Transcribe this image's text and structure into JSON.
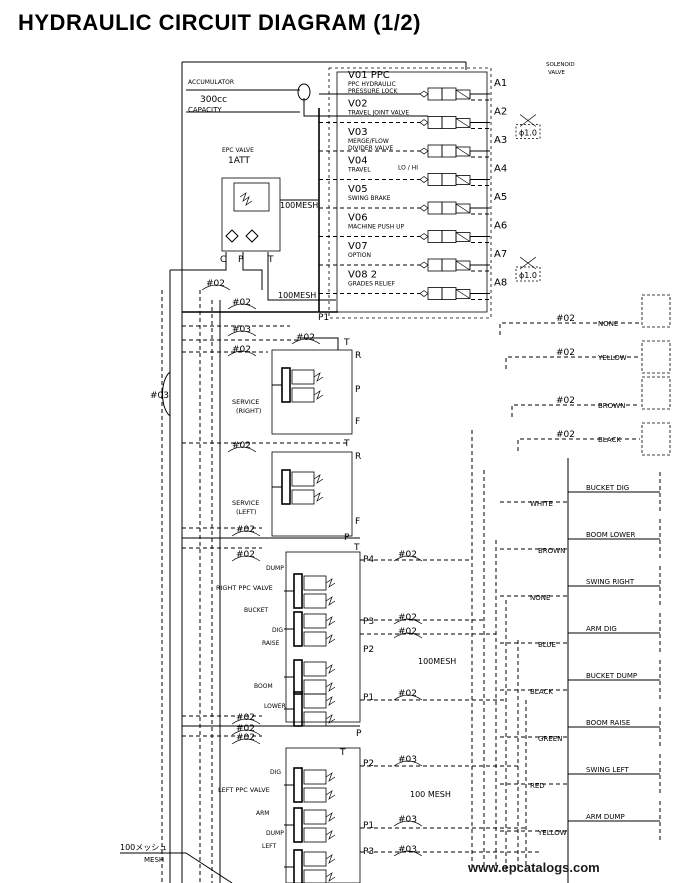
{
  "title": "HYDRAULIC CIRCUIT DIAGRAM (1/2)",
  "watermark": "www.epcatalogs.com",
  "accumulator": {
    "label": "ACCUMULATOR",
    "volume": "300cc",
    "capacity": "CAPACITY"
  },
  "solenoid_valve": {
    "line1": "SOLENOID",
    "line2": "VALVE"
  },
  "epc_valve": {
    "label": "EPC VALVE",
    "id": "1ATT",
    "ports": [
      "C",
      "P",
      "T"
    ]
  },
  "mesh_label": "100MESH",
  "mesh_label_spaced": "100 MESH",
  "mesh_katakana": "100メッシュ",
  "mesh_word": "MESH",
  "valves": [
    {
      "id": "V01 PPC",
      "line1": "PPC HYDRAULIC",
      "line2": "PRESSURE LOCK",
      "port": "A1"
    },
    {
      "id": "V02",
      "line1": "TRAVEL JOINT VALVE",
      "line2": "",
      "port": "A2"
    },
    {
      "id": "V03",
      "line1": "MERGE/FLOW",
      "line2": "DIVIDER VALVE",
      "port": "A3"
    },
    {
      "id": "V04",
      "line1": "TRAVEL",
      "line2": "",
      "extra": "LO / HI",
      "port": "A4"
    },
    {
      "id": "V05",
      "line1": "SWING BRAKE",
      "line2": "",
      "port": "A5"
    },
    {
      "id": "V06",
      "line1": "MACHINE PUSH UP",
      "line2": "",
      "port": "A6"
    },
    {
      "id": "V07",
      "line1": "OPTION",
      "line2": "",
      "port": "A7"
    },
    {
      "id": "V08 2",
      "line1": "GRADES RELIEF",
      "line2": "",
      "port": "A8"
    }
  ],
  "orifice_label": "ϕ1.0",
  "pilot_labels": {
    "port_p1": "P1",
    "line02": "#02",
    "line03": "#03"
  },
  "service_valves": [
    {
      "label1": "SERVICE",
      "label2": "(RIGHT)",
      "ports": [
        "T",
        "R",
        "P",
        "F"
      ]
    },
    {
      "label1": "SERVICE",
      "label2": "(LEFT)",
      "ports": [
        "T",
        "R",
        "P",
        "F"
      ]
    }
  ],
  "right_ppc": {
    "label": "RIGHT PPC VALVE",
    "labels": [
      "DUMP",
      "BUCKET",
      "DIG",
      "RAISE",
      "BOOM",
      "LOWER"
    ],
    "ports": [
      "T",
      "P4",
      "P3",
      "P2",
      "P1",
      "P"
    ]
  },
  "left_ppc": {
    "label": "LEFT PPC VALVE",
    "labels": [
      "DIG",
      "ARM",
      "DUMP",
      "LEFT"
    ],
    "ports": [
      "T",
      "P2",
      "P1",
      "P3"
    ]
  },
  "hose_colors_upper": [
    "NONE",
    "YELLOW",
    "BROWN",
    "BLACK"
  ],
  "functions": [
    {
      "color": "WHITE",
      "name": "BUCKET DIG"
    },
    {
      "color": "BROWN",
      "name": "BOOM LOWER"
    },
    {
      "color": "NONE",
      "name": "SWING RIGHT"
    },
    {
      "color": "BLUE",
      "name": "ARM DIG"
    },
    {
      "color": "BLACK",
      "name": "BUCKET DUMP"
    },
    {
      "color": "GREEN",
      "name": "BOOM RAISE"
    },
    {
      "color": "RED",
      "name": "SWING LEFT"
    },
    {
      "color": "YELLOW",
      "name": "ARM DUMP"
    }
  ]
}
